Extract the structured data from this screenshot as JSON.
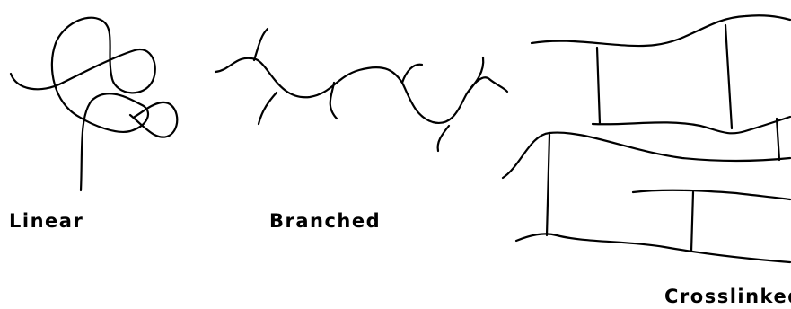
{
  "labels": {
    "linear": "Linear",
    "branched": "Branched",
    "crosslinked": "Crosslinked"
  }
}
